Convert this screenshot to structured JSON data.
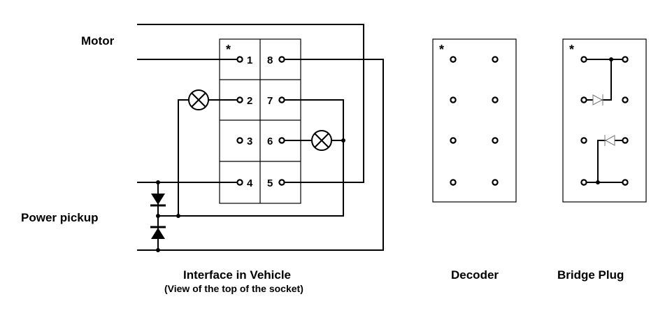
{
  "labels": {
    "motor": "Motor",
    "power_pickup": "Power pickup",
    "interface_title": "Interface in Vehicle",
    "interface_subtitle": "(View of the top of the socket)",
    "decoder": "Decoder",
    "bridge_plug": "Bridge Plug"
  },
  "socket": {
    "marker": "*",
    "pins_left": [
      "1",
      "2",
      "3",
      "4"
    ],
    "pins_right": [
      "8",
      "7",
      "6",
      "5"
    ]
  },
  "decoder": {
    "marker": "*"
  },
  "bridge_plug": {
    "marker": "*"
  }
}
